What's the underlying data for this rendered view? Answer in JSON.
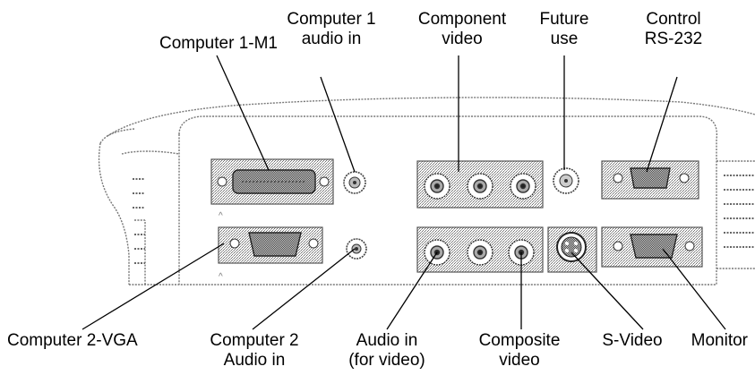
{
  "labels": {
    "computer1_m1": "Computer 1-M1",
    "computer1_audio_in": [
      "Computer 1",
      "audio in"
    ],
    "component_video": [
      "Component",
      "video"
    ],
    "future_use": [
      "Future",
      "use"
    ],
    "control_rs232": [
      "Control",
      "RS-232"
    ],
    "computer2_vga": "Computer 2-VGA",
    "computer2_audio_in": [
      "Computer 2",
      "Audio in"
    ],
    "audio_in_video": [
      "Audio in",
      "(for video)"
    ],
    "composite_video": [
      "Composite",
      "video"
    ],
    "s_video": "S-Video",
    "monitor": "Monitor"
  },
  "colors": {
    "ink": "#000000",
    "stipple": "#6e6e6e",
    "background": "#ffffff"
  }
}
